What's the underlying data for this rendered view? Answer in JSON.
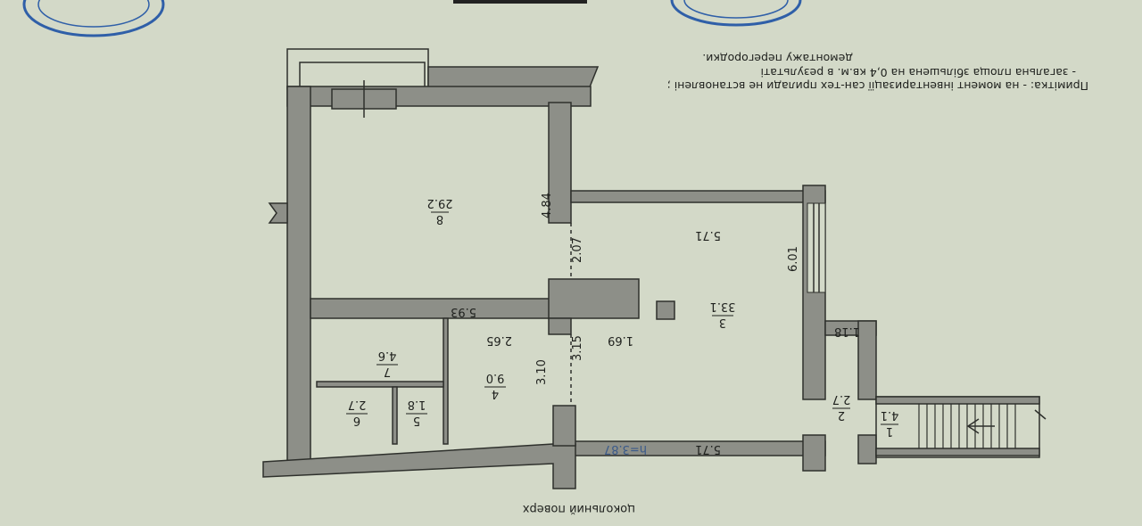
{
  "orientation": "upside-down",
  "floor_title": "цокольний поверх",
  "note": {
    "line1": "Примітка:  - на момент інвентаризації сан-тех прилади не встановлені ;",
    "line2": "- загальна площа збільшена на 0,4 кв.м. в результаті",
    "line3": "демонтажу перегородки."
  },
  "rooms": [
    {
      "number": "8",
      "area": "29.2"
    },
    {
      "number": "3",
      "area": "33.1"
    },
    {
      "number": "4",
      "area": "9.0"
    },
    {
      "number": "7",
      "area": "4.6"
    },
    {
      "number": "5",
      "area": "1.8"
    },
    {
      "number": "6",
      "area": "2.7"
    },
    {
      "number": "2",
      "area": "2.7"
    },
    {
      "number": "1",
      "area": "4.1"
    }
  ],
  "dimensions": {
    "d484": "4.84",
    "d207": "2.07",
    "d571_top": "5.71",
    "d601": "6.01",
    "d593": "5.93",
    "d265": "2.65",
    "d169": "1.69",
    "d315": "3.15",
    "d310": "3.10",
    "d118": "1.18",
    "d571_bottom": "5.71",
    "height": "h=3.87"
  },
  "colors": {
    "paper": "#d3d9c8",
    "wall": "#8d8f88",
    "stamp": "#2f5fa8",
    "height_label": "#3a5a8a"
  }
}
